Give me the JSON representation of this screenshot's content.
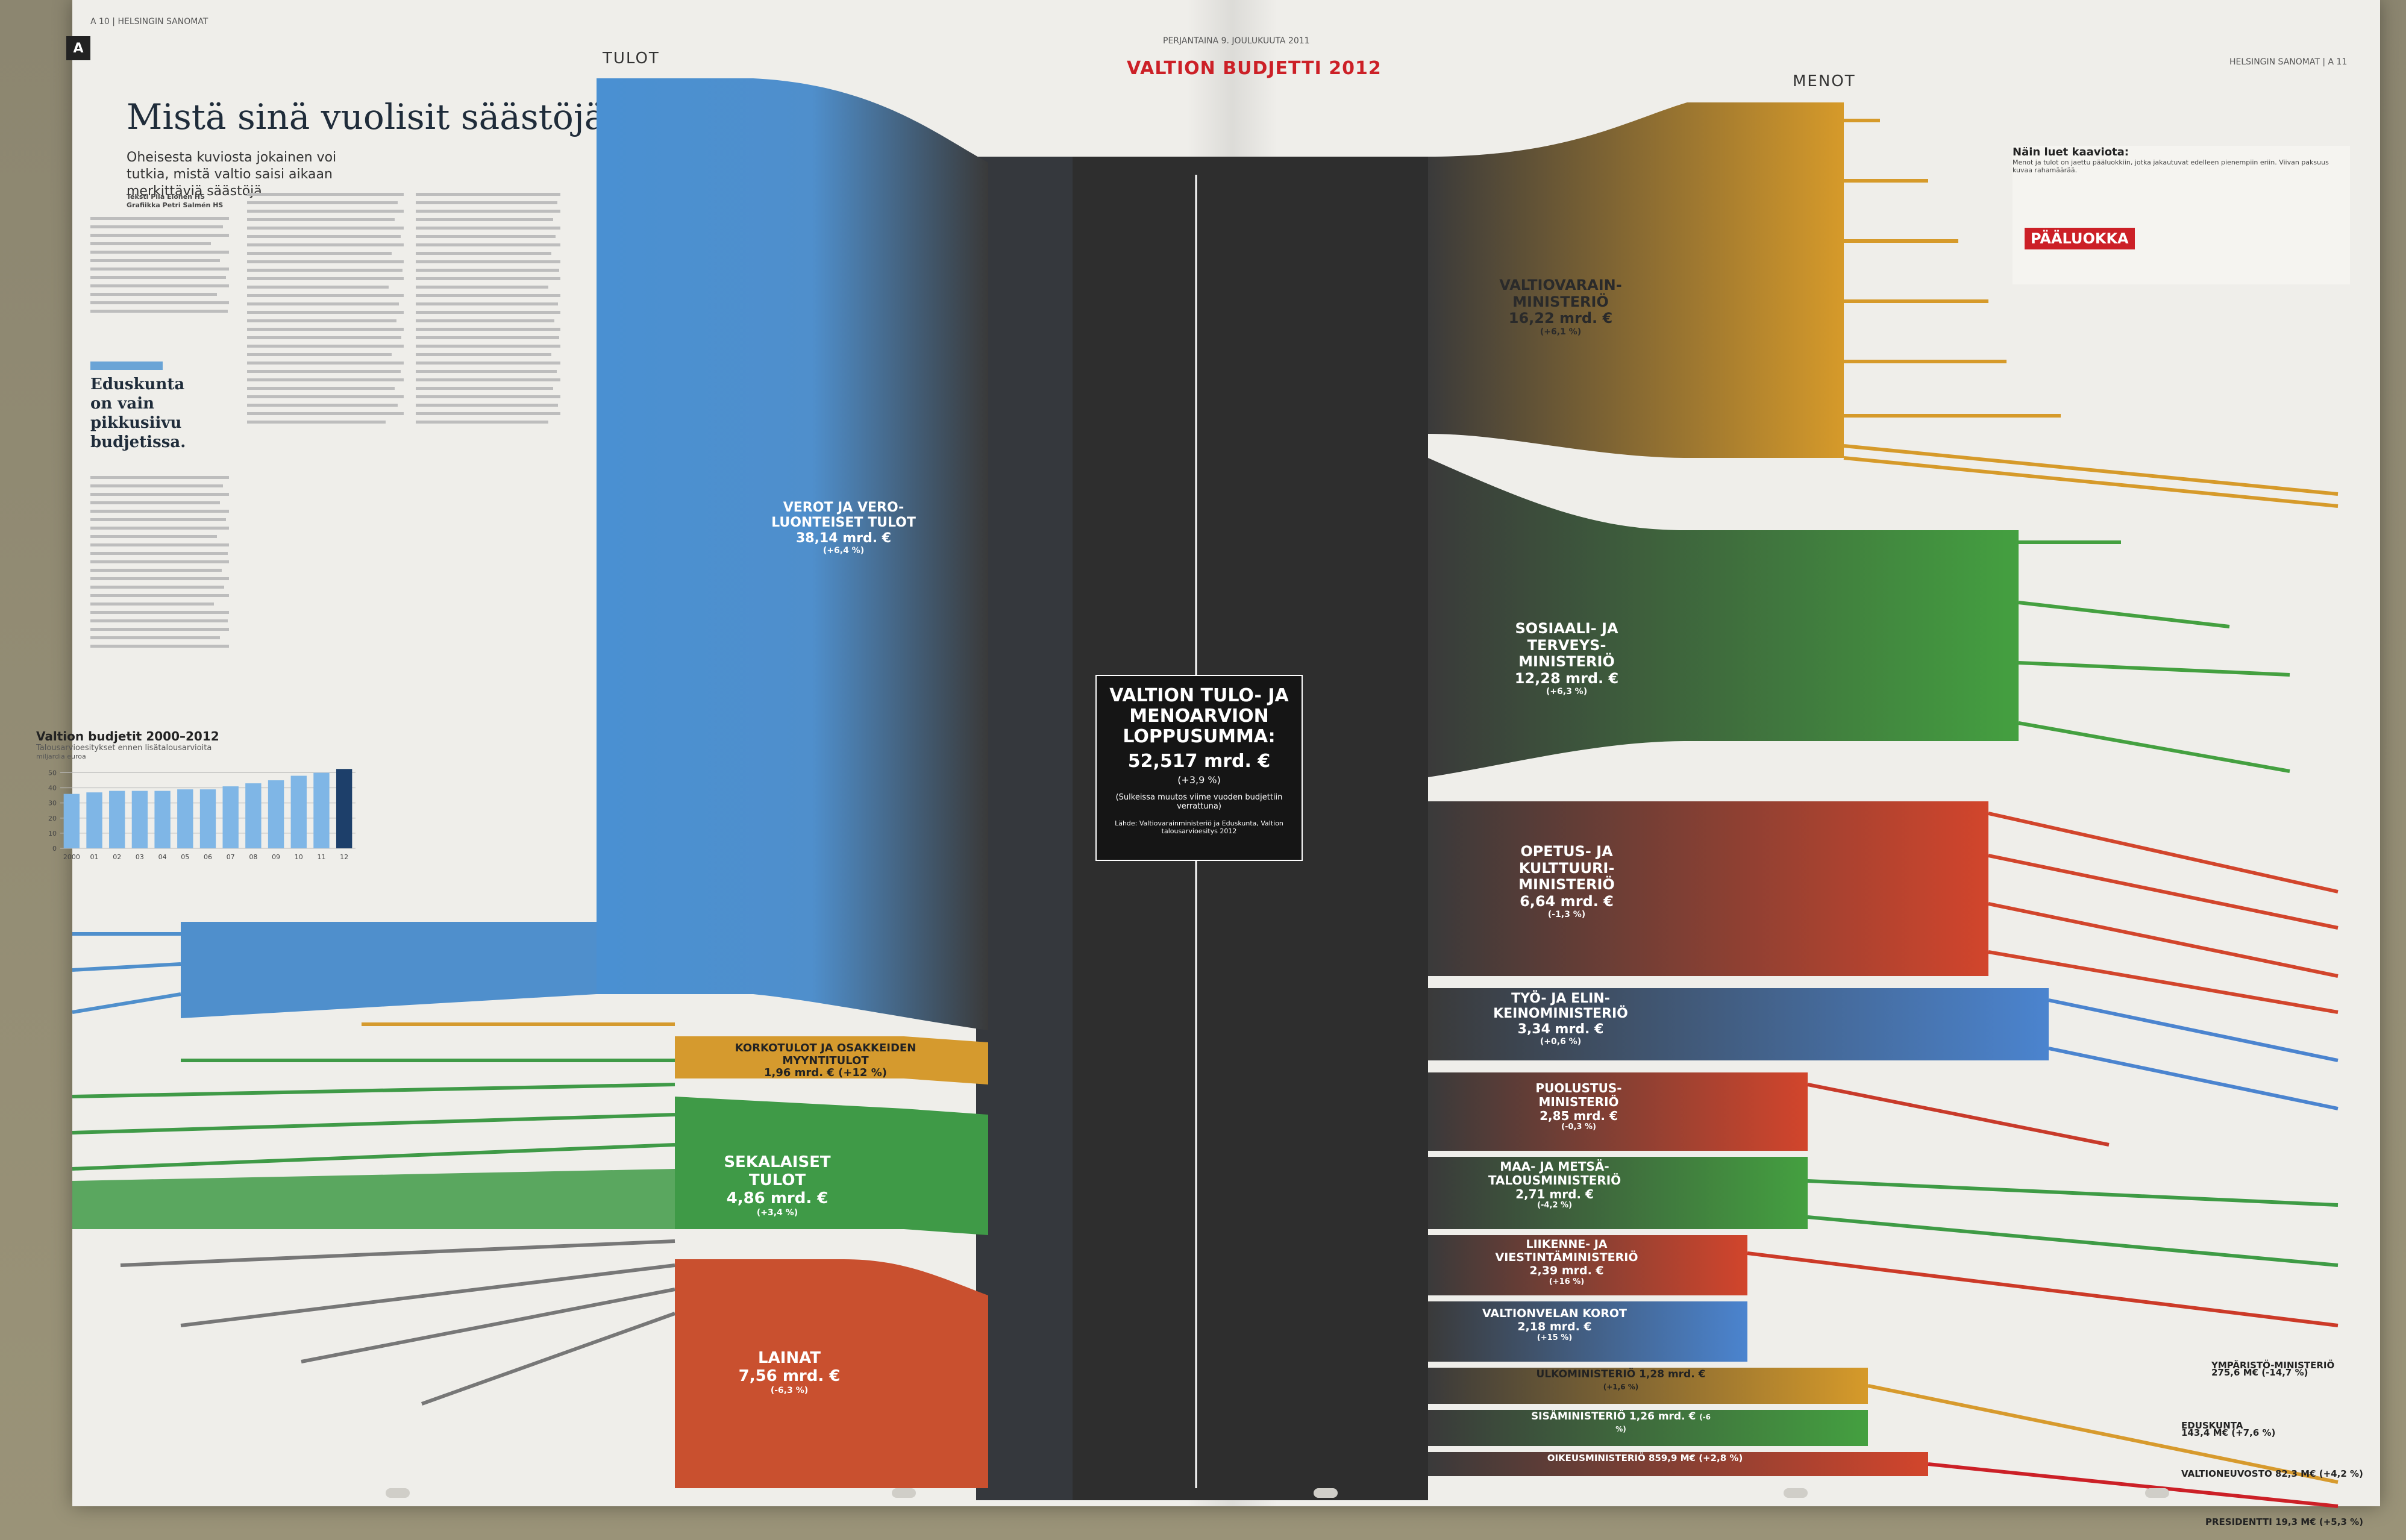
{
  "page": {
    "top_left": "A 10 | HELSINGIN SANOMAT",
    "top_center": "PERJANTAINA 9. JOULUKUUTA 2011",
    "top_right": "HELSINGIN SANOMAT | A 11",
    "section_badge": "A"
  },
  "article": {
    "headline": "Mistä sinä vuolisit säästöjä?",
    "subtitle": "Oheisesta kuviosta jokainen voi tutkia, mistä valtio saisi aikaan merkittäviä säästöjä.",
    "byline_1": "Teksti Piia Elonen HS",
    "byline_2": "Grafiikka Petri Salmén HS",
    "pull_quote": "Eduskunta on vain pikkusiivu budjetissa."
  },
  "header": {
    "income": "TULOT",
    "title": "VALTION BUDJETTI 2012",
    "expenses": "MENOT"
  },
  "center": {
    "title": "VALTION TULO- JA MENOARVION LOPPUSUMMA:",
    "total": "52,517 mrd. €",
    "change": "(+3,9 %)",
    "note": "(Sulkeissa muutos viime vuoden budjettiin verrattuna)",
    "source": "Lähde: Valtiovarainministeriö ja Eduskunta, Valtion talousarvioesitys 2012"
  },
  "income_blocks": [
    {
      "name": "VEROT JA VERO-LUONTEISET TULOT",
      "value": "38,14 mrd. €",
      "change": "(+6,4 %)",
      "color": "#4e93d3"
    },
    {
      "name": "KORKOTULOT JA OSAKKEIDEN MYYNTITULOT",
      "value": "1,96 mrd. € (+12 %)",
      "change": "",
      "color": "#d59a2e"
    },
    {
      "name": "SEKALAISET TULOT",
      "value": "4,86 mrd. €",
      "change": "(+3,4 %)",
      "color": "#3f9a47"
    },
    {
      "name": "LAINAT",
      "value": "7,56 mrd. €",
      "change": "(-6,3 %)",
      "color": "#c9502f"
    }
  ],
  "expense_blocks": [
    {
      "name": "VALTIOVARAIN-MINISTERIÖ",
      "value": "16,22 mrd. €",
      "change": "(+6,1 %)",
      "color": "#d69a2a"
    },
    {
      "name": "SOSIAALI- JA TERVEYS-MINISTERIÖ",
      "value": "12,28 mrd. €",
      "change": "(+6,3 %)",
      "color": "#44a040"
    },
    {
      "name": "OPETUS- JA KULTTUURI-MINISTERIÖ",
      "value": "6,64 mrd. €",
      "change": "(-1,3 %)",
      "color": "#d2452c"
    },
    {
      "name": "TYÖ- JA ELIN-KEINOMINISTERIÖ",
      "value": "3,34 mrd. €",
      "change": "(+0,6 %)",
      "color": "#4b84cf"
    },
    {
      "name": "PUOLUSTUS-MINISTERIÖ",
      "value": "2,85 mrd. €",
      "change": "(-0,3 %)",
      "color": "#c83a2a"
    },
    {
      "name": "MAA- JA METSÄ-TALOUSMINISTERIÖ",
      "value": "2,71 mrd. €",
      "change": "(-4,2 %)",
      "color": "#3e9b45"
    },
    {
      "name": "LIIKENNE- JA VIESTINTÄMINISTERIÖ",
      "value": "2,39 mrd. €",
      "change": "(+16 %)",
      "color": "#cc3a28"
    },
    {
      "name": "VALTIONVELAN KOROT",
      "value": "2,18 mrd. €",
      "change": "(+15 %)",
      "color": "#3f7ed0"
    },
    {
      "name": "ULKOMINISTERIÖ",
      "value": "1,28 mrd. €",
      "change": "(+1,6 %)",
      "color": "#d79a2d"
    },
    {
      "name": "SISÄMINISTERIÖ",
      "value": "1,26 mrd. €",
      "change": "(-6 %)",
      "color": "#45a046"
    },
    {
      "name": "OIKEUSMINISTERIÖ",
      "value": "859,9 M€ (+2,8 %)",
      "change": "",
      "color": "#c83a2a"
    }
  ],
  "small_expenses": [
    {
      "name": "YMPÄRISTÖ-MINISTERIÖ",
      "value": "275,6 M€ (-14,7 %)"
    },
    {
      "name": "EDUSKUNTA",
      "value": "143,4 M€ (+7,6 %)"
    },
    {
      "name": "VALTIONEUVOSTO",
      "value": "82,3 M€ (+4,2 %)"
    },
    {
      "name": "PRESIDENTTI",
      "value": "19,3 M€ (+5,3 %)"
    }
  ],
  "legend": {
    "heading": "Näin luet kaaviota:",
    "text": "Menot ja tulot on jaettu pääluokkiin, jotka jakautuvat edelleen pienempiin eriin. Viivan paksuus kuvaa rahamäärää.",
    "main_class": "PÄÄLUOKKA"
  },
  "history_chart": {
    "title": "Valtion budjetit 2000–2012",
    "subtitle": "Talousarvioesitykset ennen lisätalousarvioita",
    "unit": "miljardia euroa"
  },
  "chart_data": {
    "type": "bar",
    "title": "Valtion budjetit 2000–2012",
    "subtitle": "Talousarvioesitykset ennen lisätalousarvioita",
    "ylabel": "miljardia euroa",
    "categories": [
      "2000",
      "01",
      "02",
      "03",
      "04",
      "05",
      "06",
      "07",
      "08",
      "09",
      "10",
      "11",
      "12"
    ],
    "values": [
      36,
      37,
      38,
      38,
      38,
      39,
      39,
      41,
      43,
      45,
      48,
      50,
      52.5
    ],
    "y_ticks": [
      "0",
      "10",
      "20",
      "30",
      "40",
      "50"
    ],
    "ylim": [
      0,
      55
    ]
  }
}
